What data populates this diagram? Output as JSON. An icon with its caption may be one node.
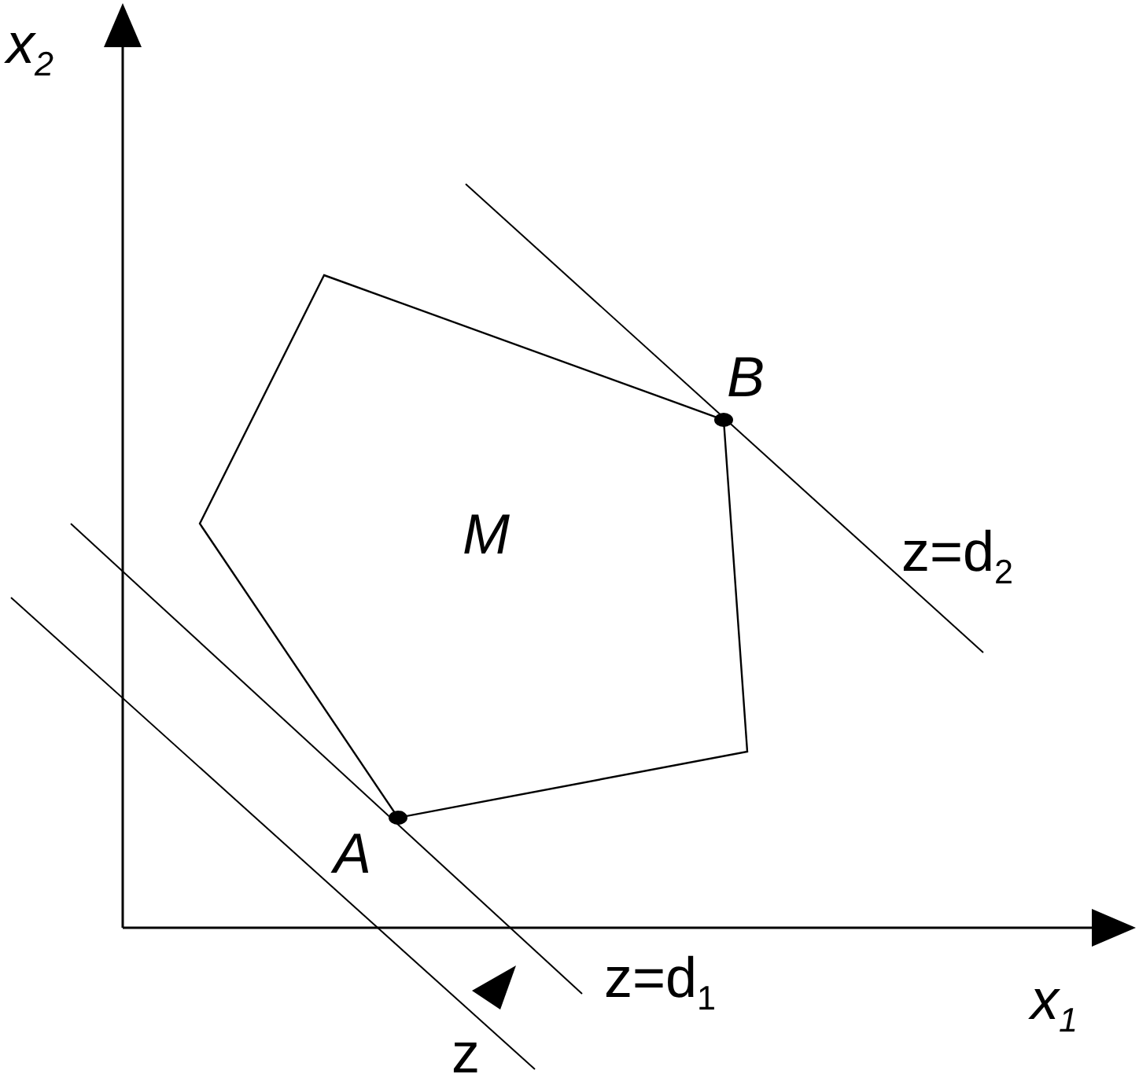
{
  "diagram": {
    "labels": [
      "x$_{2}$",
      "B",
      "M",
      "z=d$_{2}$",
      "A",
      "z=d$_{1}$",
      "x$_{1}$",
      "z"
    ]
  }
}
